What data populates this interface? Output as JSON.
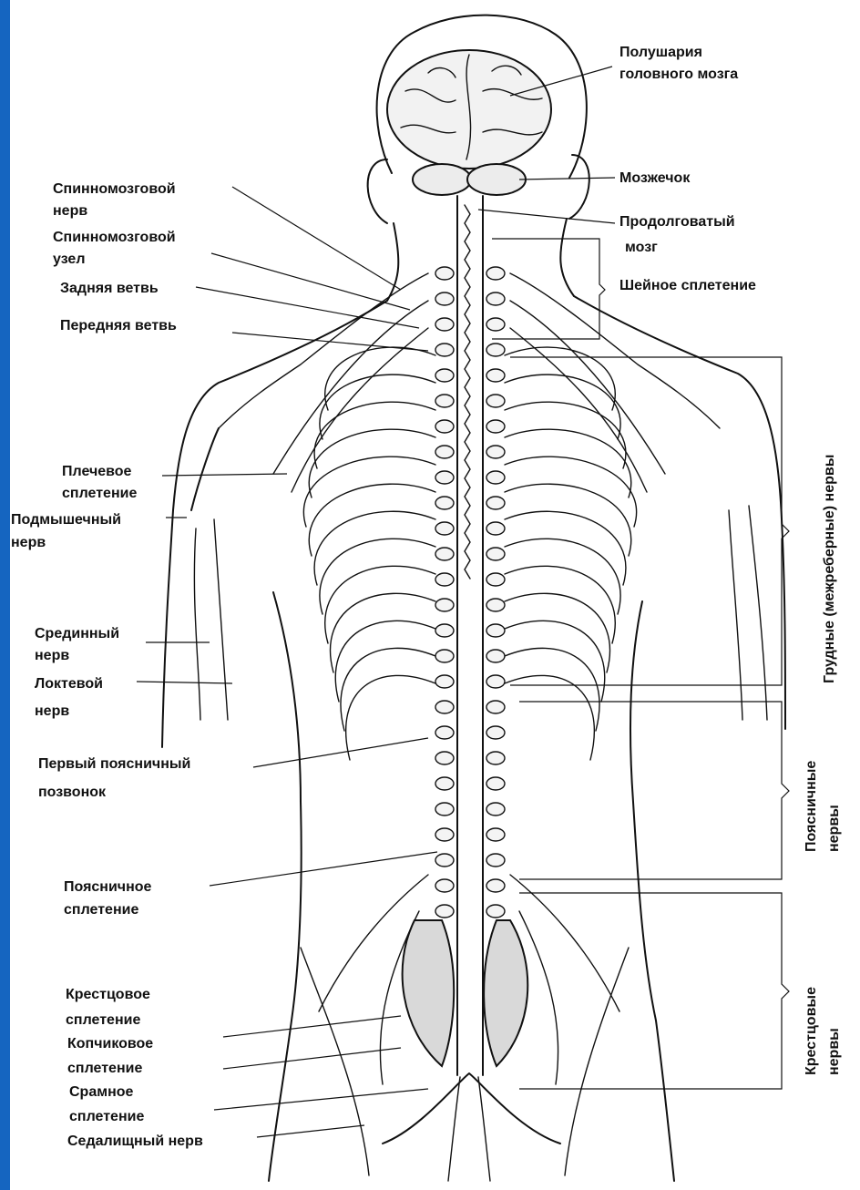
{
  "accent_color": "#1565c0",
  "labels": {
    "cerebral_hemispheres": [
      "Полушария",
      "головного мозга"
    ],
    "cerebellum": [
      "Мозжечок"
    ],
    "medulla": [
      "Продолговатый",
      "мозг"
    ],
    "cervical_plexus": [
      "Шейное сплетение"
    ],
    "spinal_nerve": [
      "Спинномозговой",
      "нерв"
    ],
    "spinal_ganglion": [
      "Спинномозговой",
      "узел"
    ],
    "posterior_branch": [
      "Задняя ветвь"
    ],
    "anterior_branch": [
      "Передняя ветвь"
    ],
    "brachial_plexus": [
      "Плечевое",
      "сплетение"
    ],
    "axillary_nerve": [
      "Подмышечный",
      "нерв"
    ],
    "median_nerve": [
      "Срединный",
      "нерв"
    ],
    "ulnar_nerve": [
      "Локтевой",
      "нерв"
    ],
    "first_lumbar_vertebra": [
      "Первый поясничный",
      "позвонок"
    ],
    "lumbar_plexus": [
      "Поясничное",
      "сплетение"
    ],
    "sacral_plexus": [
      "Крестцовое",
      "сплетение"
    ],
    "coccygeal_plexus": [
      "Копчиковое",
      "сплетение"
    ],
    "pudendal_plexus": [
      "Срамное",
      "сплетение"
    ],
    "sciatic_nerve": [
      "Седалищный нерв"
    ],
    "thoracic_nerves": [
      "Грудные (межреберные) нервы"
    ],
    "lumbar_nerves": [
      "Поясничные",
      "нервы"
    ],
    "sacral_nerves": [
      "Крестцовые",
      "нервы"
    ]
  }
}
